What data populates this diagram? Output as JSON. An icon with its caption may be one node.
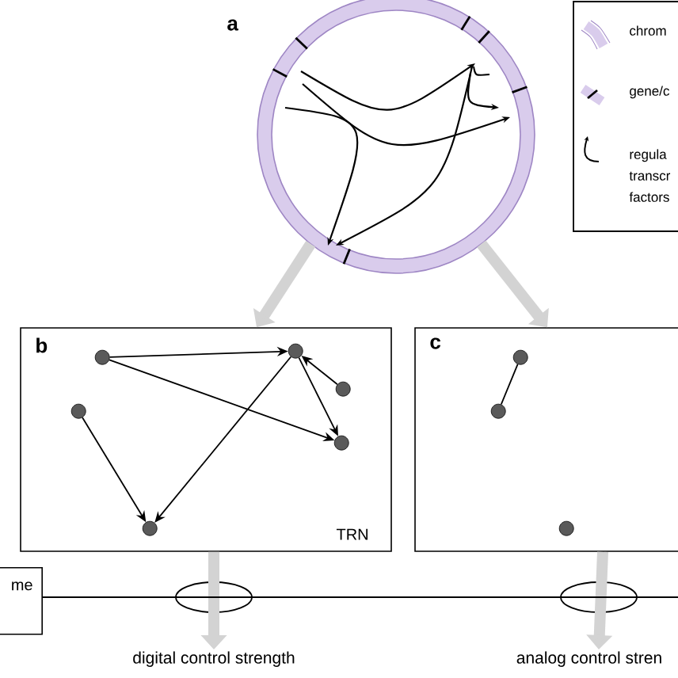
{
  "diagram": {
    "nodes": [
      {
        "text": [],
        "shape": "circle"
      },
      {
        "text": [
          "b",
          "TRN"
        ]
      },
      {
        "text": [],
        "shape": "circle",
        "in": 1
      },
      {
        "text": [],
        "shape": "circle",
        "in": 1
      },
      {
        "text": [],
        "shape": "circle",
        "in": 1
      },
      {
        "text": [],
        "shape": "circle",
        "in": 1
      },
      {
        "text": [],
        "shape": "circle",
        "in": 1
      },
      {
        "text": [],
        "shape": "circle",
        "in": 1
      },
      {
        "text": [
          "c"
        ]
      },
      {
        "text": [],
        "shape": "circle",
        "in": 8
      },
      {
        "text": [],
        "shape": "circle",
        "in": 8
      },
      {
        "text": [],
        "shape": "circle",
        "in": 8
      },
      {
        "text": [
          "me"
        ]
      },
      {
        "text": [
          "digital control strength"
        ]
      },
      {
        "text": [
          "analog control stren"
        ]
      }
    ],
    "edges": [
      {
        "from": 0,
        "to": 1,
        "arrow": "to",
        "style": "thick",
        "color": "#d3d3d3"
      },
      {
        "from": 0,
        "to": 8,
        "arrow": "to",
        "style": "thick",
        "color": "#d3d3d3"
      },
      {
        "from": 2,
        "to": 3,
        "arrow": "to"
      },
      {
        "from": 2,
        "to": 6,
        "arrow": "to"
      },
      {
        "from": 4,
        "to": 3,
        "arrow": "to"
      },
      {
        "from": 3,
        "to": 6,
        "arrow": "to"
      },
      {
        "from": 3,
        "to": 7,
        "arrow": "to"
      },
      {
        "from": 5,
        "to": 7,
        "arrow": "to"
      },
      {
        "from": 9,
        "to": 10,
        "arrow": "none"
      },
      {
        "from": 1,
        "to": 13,
        "arrow": "to",
        "style": "thick",
        "color": "#d3d3d3"
      },
      {
        "from": 8,
        "to": 14,
        "arrow": "to",
        "style": "thick",
        "color": "#d3d3d3"
      },
      {
        "from": 12,
        "to": null,
        "arrow": "none"
      }
    ],
    "labels": [
      "a"
    ],
    "legend": [
      {
        "text": "chrom"
      },
      {
        "text": "gene/c"
      },
      {
        "text": "regula transcr factors"
      }
    ]
  }
}
